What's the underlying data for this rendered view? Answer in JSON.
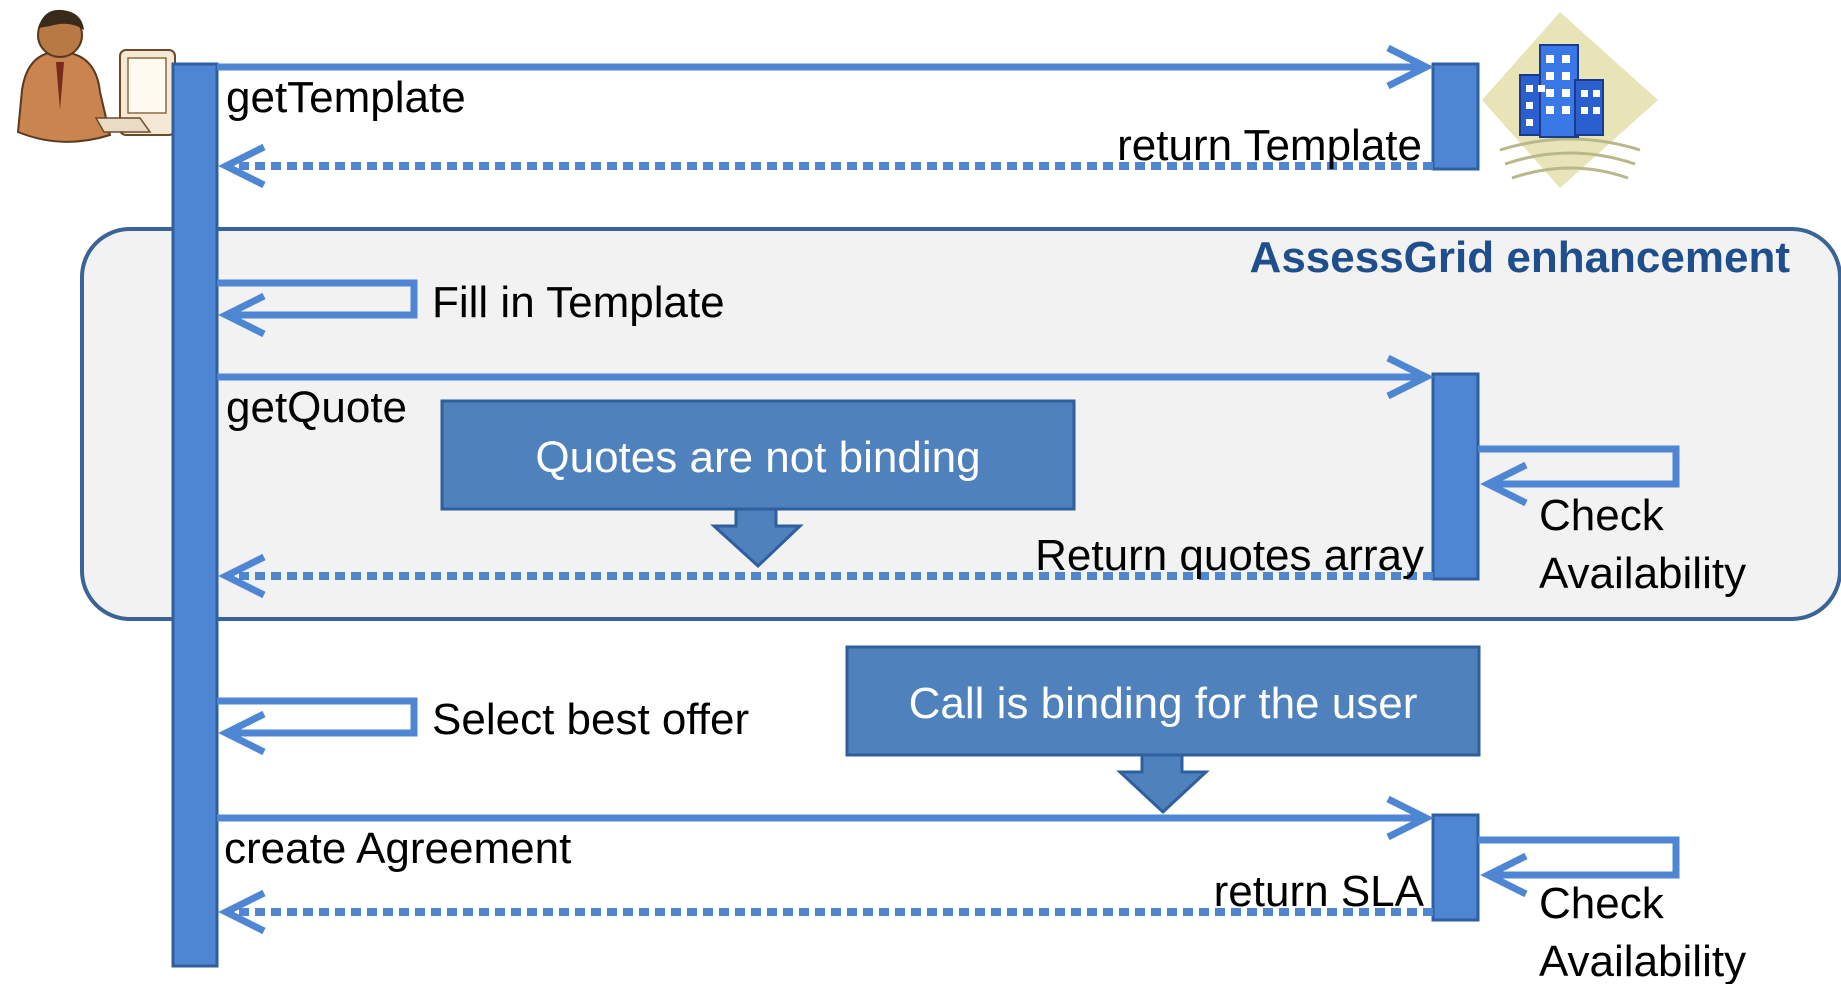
{
  "colors": {
    "lifeline": "#4f86d4",
    "lifeline_border": "#2f5f9f",
    "arrow": "#4f86d4",
    "note_fill": "#4f81bd",
    "note_border": "#2f5f9f",
    "region_fill": "#f2f2f2",
    "region_border": "#3a6497",
    "region_title": "#1f4e8c"
  },
  "icons": {
    "user": "user-at-computer-icon",
    "provider": "office-building-icon"
  },
  "region": {
    "title": "AssessGrid enhancement"
  },
  "messages": {
    "get_template": "getTemplate",
    "return_template": "return Template",
    "fill_in_template": "Fill in Template",
    "get_quote": "getQuote",
    "return_quotes_array": "Return quotes array",
    "check_availability_1_line1": "Check",
    "check_availability_1_line2": "Availability",
    "select_best_offer": "Select best offer",
    "create_agreement": "create Agreement",
    "return_sla": "return SLA",
    "check_availability_2_line1": "Check",
    "check_availability_2_line2": "Availability"
  },
  "notes": {
    "quotes_not_binding": "Quotes are not binding",
    "call_binding": "Call is binding for the user"
  }
}
